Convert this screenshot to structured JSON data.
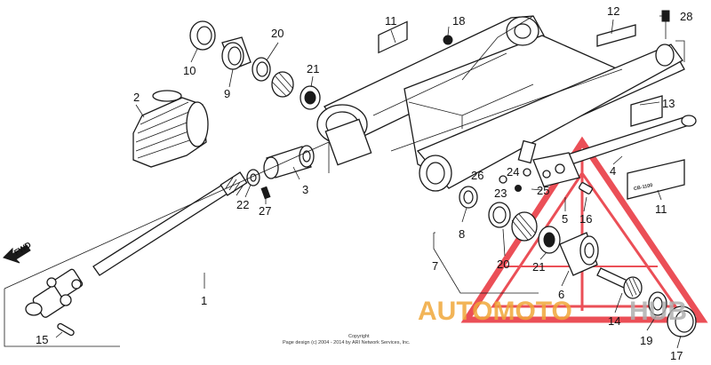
{
  "diagram": {
    "callouts": [
      {
        "id": "c1",
        "text": "1"
      },
      {
        "id": "c2",
        "text": "2"
      },
      {
        "id": "c3",
        "text": "3"
      },
      {
        "id": "c4",
        "text": "4"
      },
      {
        "id": "c5",
        "text": "5"
      },
      {
        "id": "c6",
        "text": "6"
      },
      {
        "id": "c7",
        "text": "7"
      },
      {
        "id": "c8",
        "text": "8"
      },
      {
        "id": "c9",
        "text": "9"
      },
      {
        "id": "c10",
        "text": "10"
      },
      {
        "id": "c11a",
        "text": "11"
      },
      {
        "id": "c11b",
        "text": "11"
      },
      {
        "id": "c12",
        "text": "12"
      },
      {
        "id": "c13",
        "text": "13"
      },
      {
        "id": "c14",
        "text": "14"
      },
      {
        "id": "c15",
        "text": "15"
      },
      {
        "id": "c16",
        "text": "16"
      },
      {
        "id": "c17",
        "text": "17"
      },
      {
        "id": "c18",
        "text": "18"
      },
      {
        "id": "c19",
        "text": "19"
      },
      {
        "id": "c20a",
        "text": "20"
      },
      {
        "id": "c20b",
        "text": "20"
      },
      {
        "id": "c21a",
        "text": "21"
      },
      {
        "id": "c21b",
        "text": "21"
      },
      {
        "id": "c22",
        "text": "22"
      },
      {
        "id": "c23",
        "text": "23"
      },
      {
        "id": "c24",
        "text": "24"
      },
      {
        "id": "c25",
        "text": "25"
      },
      {
        "id": "c26",
        "text": "26"
      },
      {
        "id": "c27",
        "text": "27"
      },
      {
        "id": "c28",
        "text": "28"
      }
    ],
    "fwd_label": "FWD",
    "copyright": {
      "line1": "Copyright",
      "line2": "Page design (c) 2004 - 2014 by ARI Network Services, Inc."
    },
    "watermark": {
      "text_part1": "AUTOMOTO",
      "text_part2": "HUB",
      "color_primary": "#f0a83a",
      "color_secondary": "#b0b0b0",
      "triangle_color": "#e8313a"
    },
    "decal_text": "CB-1100"
  }
}
